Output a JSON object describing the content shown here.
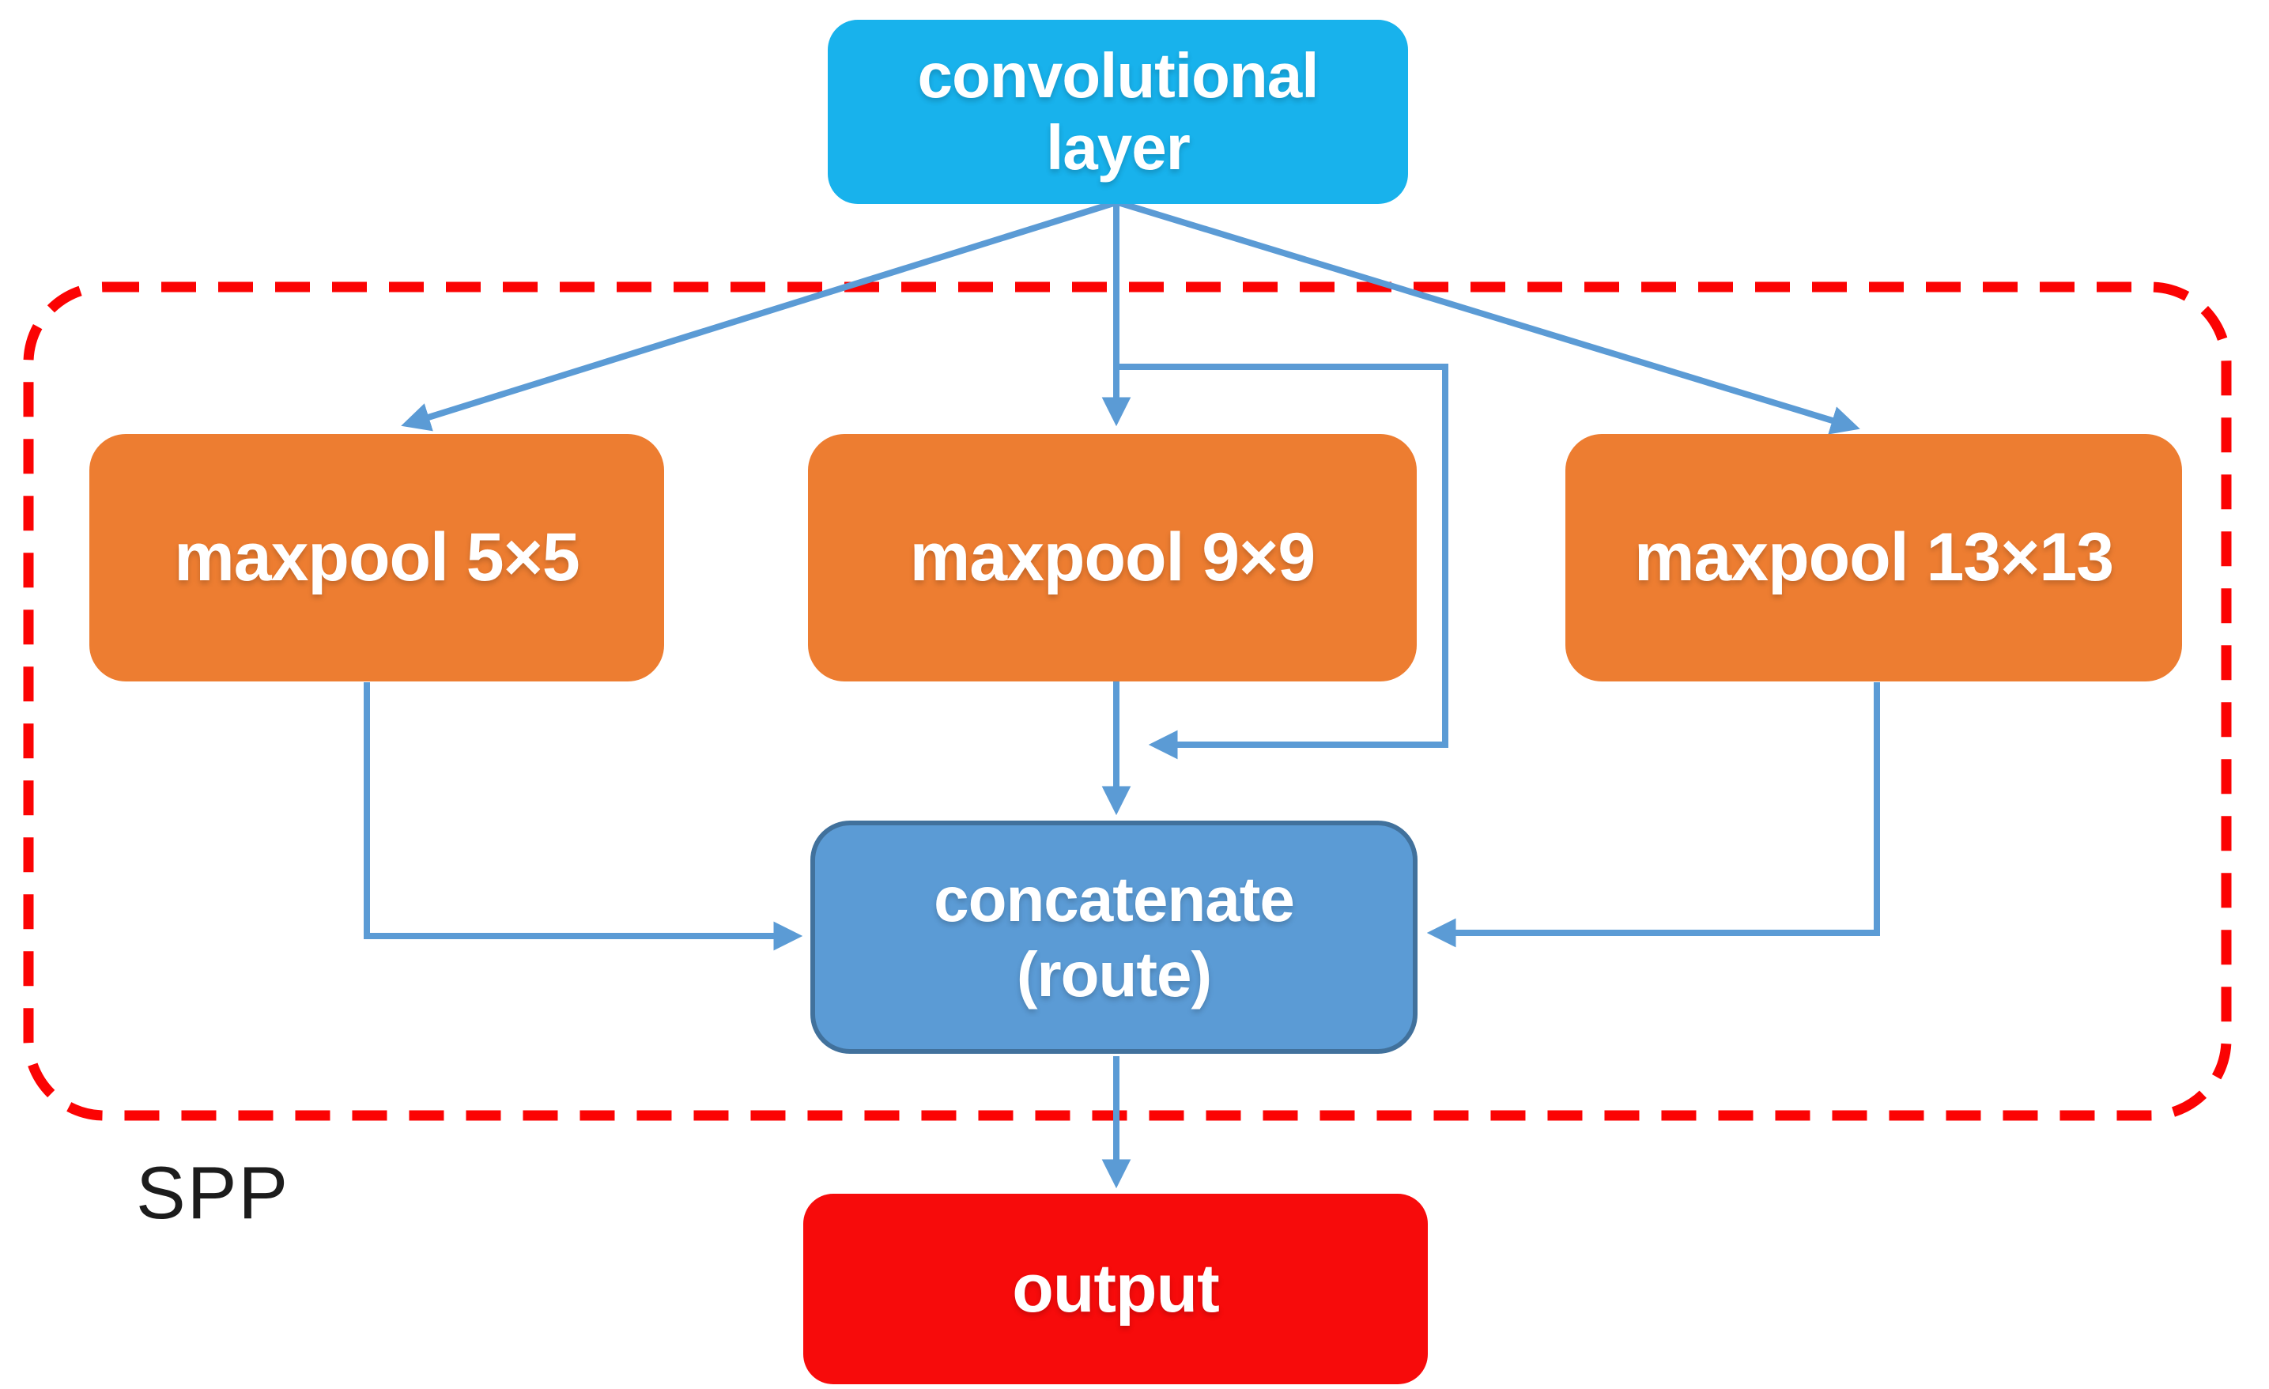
{
  "diagram": {
    "group_label": "SPP",
    "nodes": {
      "conv": {
        "line1": "convolutional",
        "line2": "layer"
      },
      "maxpool5": {
        "label": "maxpool 5×5"
      },
      "maxpool9": {
        "label": "maxpool 9×9"
      },
      "maxpool13": {
        "label": "maxpool 13×13"
      },
      "concat": {
        "line1": "concatenate",
        "line2": "(route)"
      },
      "output": {
        "label": "output"
      }
    },
    "edges": [
      {
        "from": "convolutional layer",
        "to": "maxpool 5×5"
      },
      {
        "from": "convolutional layer",
        "to": "maxpool 9×9"
      },
      {
        "from": "convolutional layer",
        "to": "maxpool 13×13"
      },
      {
        "from": "convolutional layer",
        "to": "concatenate (route)",
        "note": "bypass branch"
      },
      {
        "from": "maxpool 5×5",
        "to": "concatenate (route)"
      },
      {
        "from": "maxpool 9×9",
        "to": "concatenate (route)"
      },
      {
        "from": "maxpool 13×13",
        "to": "concatenate (route)"
      },
      {
        "from": "concatenate (route)",
        "to": "output"
      }
    ]
  },
  "colors": {
    "cyan": "#18B2EC",
    "orange": "#ED7D31",
    "steel_blue": "#5B9BD5",
    "steel_border": "#41719C",
    "arrow_blue": "#5B9BD5",
    "red": "#F70B0B",
    "dash_red": "#FB0303",
    "spp_text": "#1C1C1C"
  }
}
